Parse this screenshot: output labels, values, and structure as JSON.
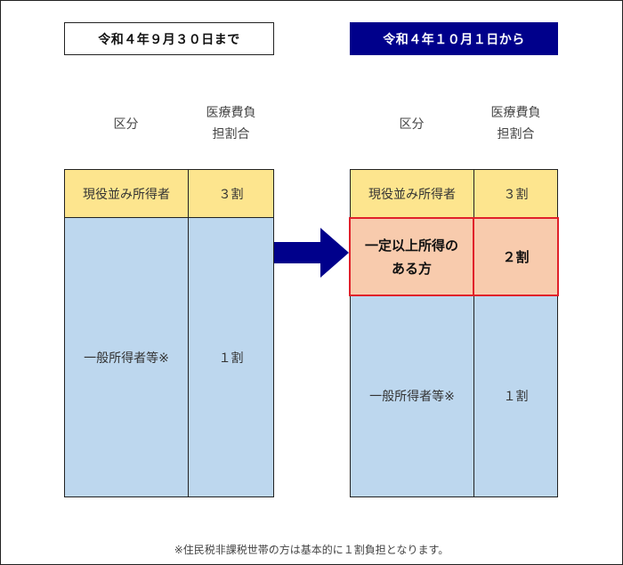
{
  "before": {
    "period_label": "令和４年９月３０日まで",
    "header_category": "区分",
    "header_burden_line1": "医療費負",
    "header_burden_line2": "担割合",
    "rows": [
      {
        "category": "現役並み所得者",
        "ratio": "３割"
      },
      {
        "category": "一般所得者等※",
        "ratio": "１割"
      }
    ]
  },
  "after": {
    "period_label": "令和４年１０月１日から",
    "header_category": "区分",
    "header_burden_line1": "医療費負",
    "header_burden_line2": "担割合",
    "rows": [
      {
        "category": "現役並み所得者",
        "ratio": "３割"
      },
      {
        "category_line1": "一定以上所得の",
        "category_line2": "ある方",
        "ratio": "２割"
      },
      {
        "category": "一般所得者等※",
        "ratio": "１割"
      }
    ]
  },
  "footnote": "※住民税非課税世帯の方は基本的に１割負担となります。",
  "colors": {
    "after_label_bg": "#00008b",
    "arrow": "#00008b",
    "row_high_income": "#fde58e",
    "row_new_20pct": "#f8cbad",
    "row_new_20pct_border": "#e0202a",
    "row_general": "#bdd7ee"
  },
  "icons": {
    "transition": "right-arrow-icon"
  }
}
